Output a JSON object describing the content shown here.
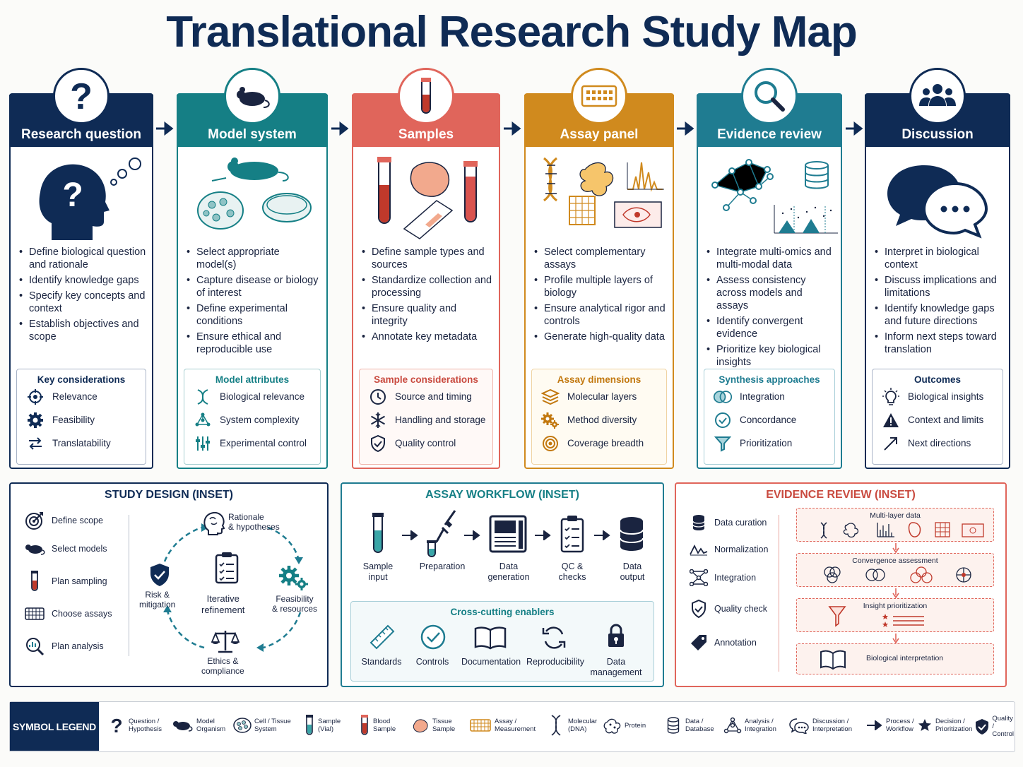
{
  "title": "Translational Research Study Map",
  "colors": {
    "navy": "#0f2b55",
    "teal": "#157f85",
    "coral": "#e0655b",
    "gold": "#d08a1e",
    "steel": "#1f7c91"
  },
  "columns": [
    {
      "header": "Research question",
      "icon": "question-icon",
      "bullets": [
        "Define biological question and rationale",
        "Identify knowledge gaps",
        "Specify key concepts and context",
        "Establish objectives and scope"
      ],
      "box_title": "Key considerations",
      "box_items": [
        {
          "label": "Relevance",
          "icon": "crosshair-icon"
        },
        {
          "label": "Feasibility",
          "icon": "gear-icon"
        },
        {
          "label": "Translatability",
          "icon": "swap-arrows-icon"
        }
      ]
    },
    {
      "header": "Model system",
      "icon": "mouse-icon",
      "bullets": [
        "Select appropriate model(s)",
        "Capture disease or biology of interest",
        "Define experimental conditions",
        "Ensure ethical and reproducible use"
      ],
      "box_title": "Model attributes",
      "box_items": [
        {
          "label": "Biological relevance",
          "icon": "dna-icon"
        },
        {
          "label": "System complexity",
          "icon": "network-icon"
        },
        {
          "label": "Experimental control",
          "icon": "sliders-icon"
        }
      ]
    },
    {
      "header": "Samples",
      "icon": "test-tube-icon",
      "bullets": [
        "Define sample types and sources",
        "Standardize collection and processing",
        "Ensure quality and integrity",
        "Annotate key metadata"
      ],
      "box_title": "Sample considerations",
      "box_items": [
        {
          "label": "Source and timing",
          "icon": "clock-icon"
        },
        {
          "label": "Handling and storage",
          "icon": "snowflake-icon"
        },
        {
          "label": "Quality control",
          "icon": "shield-check-icon"
        }
      ]
    },
    {
      "header": "Assay panel",
      "icon": "plate-icon",
      "bullets": [
        "Select complementary assays",
        "Profile multiple layers of biology",
        "Ensure analytical rigor and controls",
        "Generate high-quality data"
      ],
      "box_title": "Assay dimensions",
      "box_items": [
        {
          "label": "Molecular layers",
          "icon": "layers-icon"
        },
        {
          "label": "Method diversity",
          "icon": "gears-icon"
        },
        {
          "label": "Coverage breadth",
          "icon": "target-icon"
        }
      ]
    },
    {
      "header": "Evidence review",
      "icon": "magnifier-icon",
      "bullets": [
        "Integrate multi-omics and multi-modal data",
        "Assess consistency across models and assays",
        "Identify convergent evidence",
        "Prioritize key biological insights"
      ],
      "box_title": "Synthesis approaches",
      "box_items": [
        {
          "label": "Integration",
          "icon": "venn-icon"
        },
        {
          "label": "Concordance",
          "icon": "check-circle-icon"
        },
        {
          "label": "Prioritization",
          "icon": "funnel-icon"
        }
      ]
    },
    {
      "header": "Discussion",
      "icon": "group-icon",
      "bullets": [
        "Interpret in biological context",
        "Discuss implications and limitations",
        "Identify knowledge gaps and future directions",
        "Inform next steps toward translation"
      ],
      "box_title": "Outcomes",
      "box_items": [
        {
          "label": "Biological insights",
          "icon": "lightbulb-icon"
        },
        {
          "label": "Context and limits",
          "icon": "warning-icon"
        },
        {
          "label": "Next directions",
          "icon": "arrow-up-right-icon"
        }
      ]
    }
  ],
  "study_design": {
    "title": "STUDY DESIGN (INSET)",
    "steps": [
      {
        "label": "Define scope",
        "icon": "target-icon"
      },
      {
        "label": "Select models",
        "icon": "mouse-icon"
      },
      {
        "label": "Plan sampling",
        "icon": "test-tube-icon"
      },
      {
        "label": "Choose assays",
        "icon": "plate-icon"
      },
      {
        "label": "Plan analysis",
        "icon": "chart-magnifier-icon"
      }
    ],
    "cycle": {
      "top": "Rationale\n& hypotheses",
      "right": "Feasibility\n& resources",
      "bottom": "Ethics &\ncompliance",
      "left": "Risk &\nmitigation",
      "center": "Iterative\nrefinement"
    },
    "cycle_lines": {
      "top": [
        "Rationale",
        "& hypotheses"
      ],
      "right": [
        "Feasibility",
        "& resources"
      ],
      "bottom": [
        "Ethics &",
        "compliance"
      ],
      "left": [
        "Risk &",
        "mitigation"
      ],
      "center": [
        "Iterative",
        "refinement"
      ]
    }
  },
  "assay_workflow": {
    "title": "ASSAY WORKFLOW (INSET)",
    "steps": [
      {
        "l1": "Sample",
        "l2": "input"
      },
      {
        "l1": "Preparation",
        "l2": ""
      },
      {
        "l1": "Data",
        "l2": "generation"
      },
      {
        "l1": "QC &",
        "l2": "checks"
      },
      {
        "l1": "Data",
        "l2": "output"
      }
    ],
    "enablers_title": "Cross-cutting enablers",
    "enablers": [
      {
        "l1": "Standards",
        "l2": ""
      },
      {
        "l1": "Controls",
        "l2": ""
      },
      {
        "l1": "Documentation",
        "l2": ""
      },
      {
        "l1": "Reproducibility",
        "l2": ""
      },
      {
        "l1": "Data",
        "l2": "management"
      }
    ]
  },
  "evidence_inset": {
    "title": "EVIDENCE REVIEW (INSET)",
    "steps": [
      {
        "label": "Data curation",
        "icon": "database-icon"
      },
      {
        "label": "Normalization",
        "icon": "wave-icon"
      },
      {
        "label": "Integration",
        "icon": "network-icon"
      },
      {
        "label": "Quality check",
        "icon": "shield-check-icon"
      },
      {
        "label": "Annotation",
        "icon": "tag-icon"
      }
    ],
    "panels": [
      "Multi-layer data",
      "Convergence assessment",
      "Insight prioritization",
      "Biological interpretation"
    ]
  },
  "legend": {
    "title": "SYMBOL LEGEND",
    "items": [
      {
        "l1": "Question /",
        "l2": "Hypothesis",
        "icon": "question-icon"
      },
      {
        "l1": "Model",
        "l2": "Organism",
        "icon": "mouse-icon"
      },
      {
        "l1": "Cell / Tissue",
        "l2": "System",
        "icon": "cell-dish-icon"
      },
      {
        "l1": "Sample",
        "l2": "(Vial)",
        "icon": "vial-icon"
      },
      {
        "l1": "Blood",
        "l2": "Sample",
        "icon": "blood-tube-icon"
      },
      {
        "l1": "Tissue",
        "l2": "Sample",
        "icon": "tissue-icon"
      },
      {
        "l1": "Assay /",
        "l2": "Measurement",
        "icon": "plate-icon"
      },
      {
        "l1": "Molecular",
        "l2": "(DNA)",
        "icon": "dna-icon"
      },
      {
        "l1": "Protein",
        "l2": "",
        "icon": "protein-icon"
      },
      {
        "l1": "Data /",
        "l2": "Database",
        "icon": "database-icon"
      },
      {
        "l1": "Analysis /",
        "l2": "Integration",
        "icon": "network-icon"
      },
      {
        "l1": "Discussion /",
        "l2": "Interpretation",
        "icon": "speech-icon"
      },
      {
        "l1": "Process /",
        "l2": "Workflow",
        "icon": "arrow-right-icon"
      },
      {
        "l1": "Decision /",
        "l2": "Prioritization",
        "icon": "star-icon"
      },
      {
        "l1": "Quality /",
        "l2": "Control",
        "icon": "shield-check-icon"
      }
    ]
  }
}
